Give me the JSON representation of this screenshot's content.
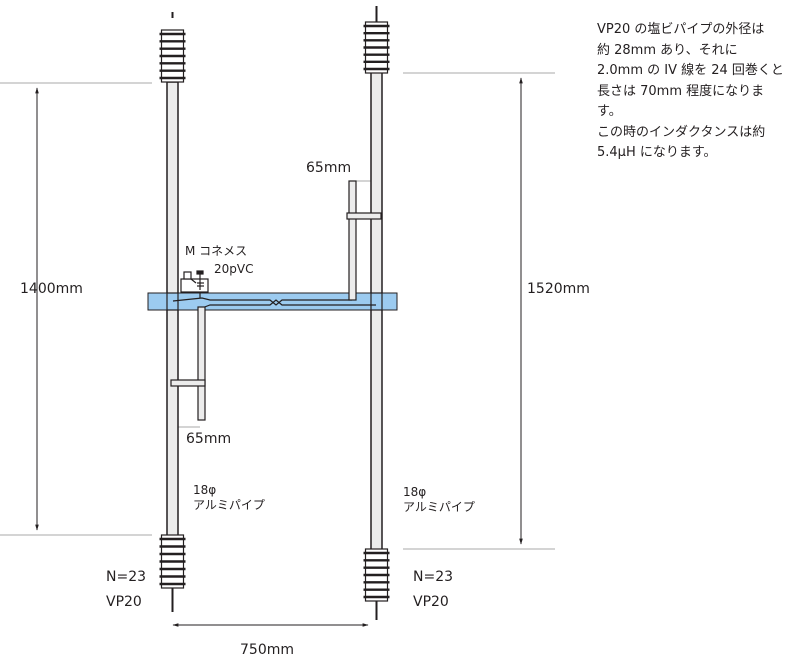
{
  "note": {
    "lines": [
      "VP20 の塩ビパイプの外径は",
      "約 28mm あり、それに",
      "2.0mm の IV 線を 24 回巻くと",
      "長さは 70mm 程度になりま",
      "す。",
      "この時のインダクタンスは約",
      "5.4μH になります。"
    ]
  },
  "labels": {
    "left_height": "1400mm",
    "right_height": "1520mm",
    "spacing": "750mm",
    "right_stub": "65mm",
    "left_stub": "65mm",
    "capacitor_name": "M コネメス",
    "capacitor_value": "20pVC",
    "left_pipe_diam": "18φ",
    "left_pipe_material": "アルミパイプ",
    "right_pipe_diam": "18φ",
    "right_pipe_material": "アルミパイプ",
    "left_coil_turns": "N=23",
    "left_coil_form": "VP20",
    "right_coil_turns": "N=23",
    "right_coil_form": "VP20"
  },
  "colors": {
    "boom": "#9ccbf0",
    "pipe": "#ececec",
    "line": "#231f20"
  }
}
